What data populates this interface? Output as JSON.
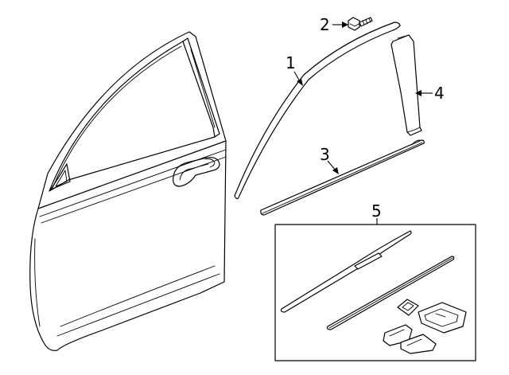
{
  "callouts": {
    "part1": "1",
    "part2": "2",
    "part3": "3",
    "part4": "4",
    "part5": "5"
  }
}
